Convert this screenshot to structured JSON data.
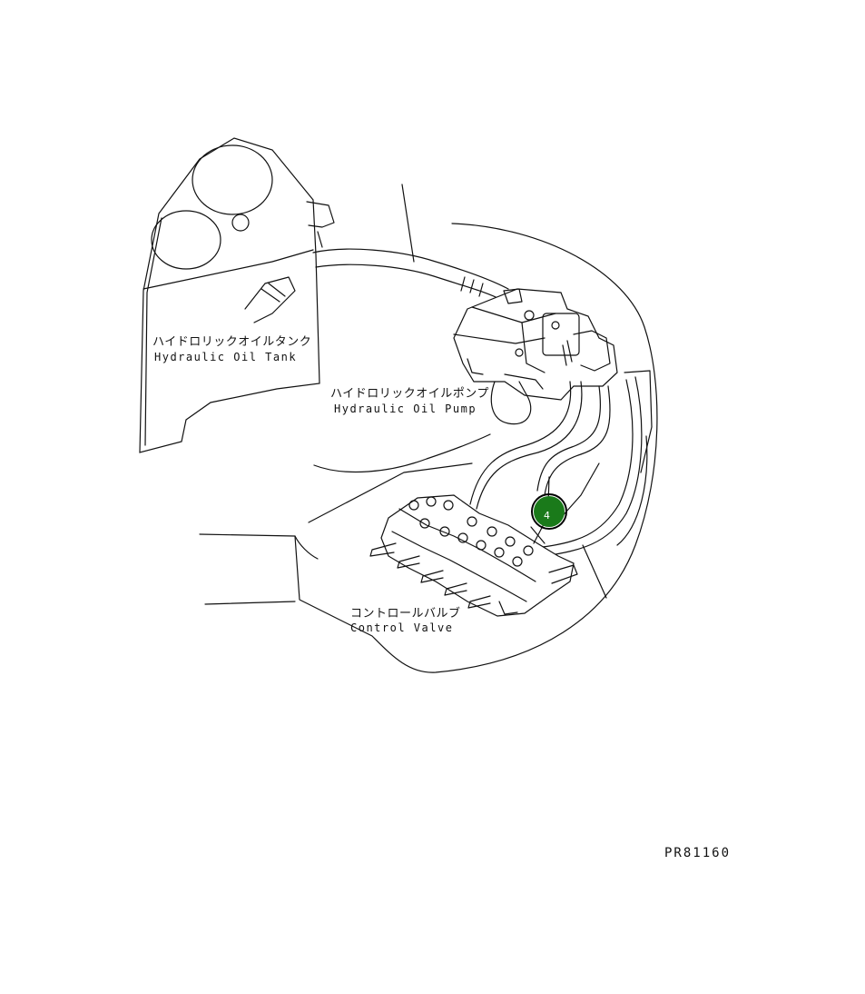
{
  "labels": {
    "tank_jp": "ハイドロリックオイルタンク",
    "tank_en": "Hydraulic Oil Tank",
    "pump_jp": "ハイドロリックオイルポンプ",
    "pump_en": "Hydraulic Oil Pump",
    "valve_jp": "コントロールバルブ",
    "valve_en": "Control Valve"
  },
  "callout": {
    "number": "4",
    "color": "#1a7a1a",
    "ring_color": "#000000"
  },
  "drawing_code": "PR81160"
}
